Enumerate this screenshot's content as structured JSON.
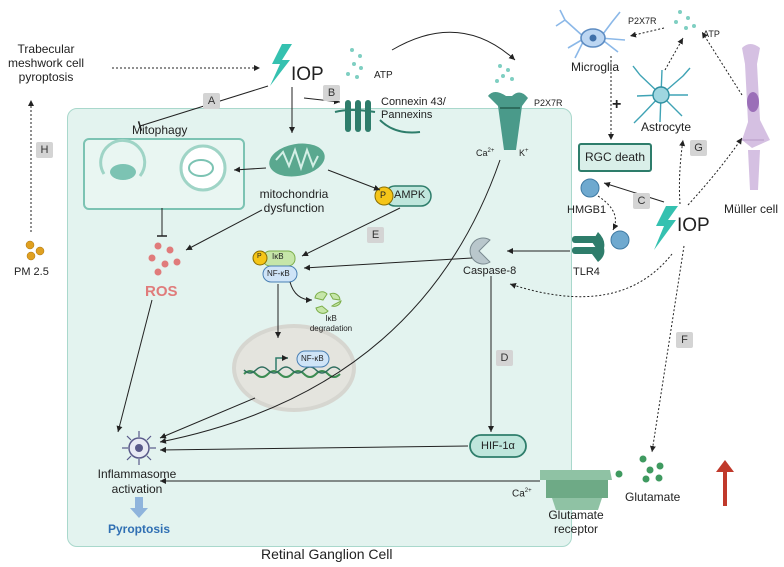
{
  "labels": {
    "trabecular": [
      "Trabecular",
      "meshwork cell",
      "pyroptosis"
    ],
    "iop_top": "IOP",
    "atp_top": "ATP",
    "connexin": [
      "Connexin 43/",
      "Pannexins"
    ],
    "p2x7r_cell": "P2X7R",
    "ca_ion": "Ca",
    "ca_sup": "2+",
    "k_ion": "K",
    "k_sup": "+",
    "mitophagy": "Mitophagy",
    "mito_dysfunction": [
      "mitochondria",
      "dysfunction"
    ],
    "ampk": "AMPK",
    "p_mark": "P",
    "ikb": "IκB",
    "nfkb": "NF-κB",
    "ikb_degradation": [
      "IκB",
      "degradation"
    ],
    "nfkb_nucleus": "NF-κB",
    "ros": "ROS",
    "pm25": "PM 2.5",
    "inflammasome": [
      "Inflammasome",
      "activation"
    ],
    "pyroptosis": "Pyroptosis",
    "retinal_ganglion_cell": "Retinal Ganglion Cell",
    "caspase8": "Caspase-8",
    "hif1a": "HIF-1α",
    "glutamate_receptor": [
      "Glutamate",
      "receptor"
    ],
    "glutamate": "Glutamate",
    "ca_glut": "Ca",
    "ca_glut_sup": "2+",
    "microglia": "Microglia",
    "p2x7r_micro": "P2X7R",
    "atp_right": "ATP",
    "astrocyte": "Astrocyte",
    "muller": "Müller cell",
    "rgc_death": "RGC death",
    "hmgb1": "HMGB1",
    "tlr4": "TLR4",
    "iop_right": "IOP",
    "plus": "+"
  },
  "badges": {
    "A": "A",
    "B": "B",
    "C": "C",
    "D": "D",
    "E": "E",
    "F": "F",
    "G": "G",
    "H": "H"
  },
  "colors": {
    "cell_fill": "#e3f3ef",
    "iop_bolt": "#35c1b0",
    "ros": "#e07b7b",
    "pyroptosis": "#2f6fb3",
    "ampk_yellow": "#f5c518",
    "hif_green": "#2e7d6b",
    "up_arrow": "#c0392b"
  }
}
